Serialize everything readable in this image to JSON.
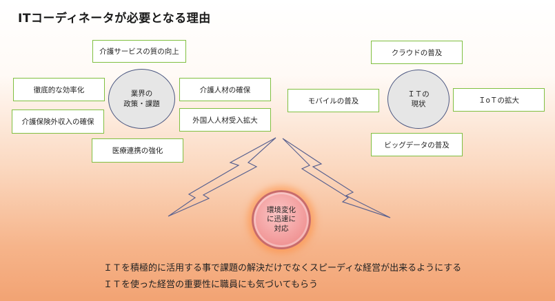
{
  "title": "ITコーディネータが必要となる理由",
  "left_group": {
    "center": {
      "line1": "業界の",
      "line2": "政策・課題"
    },
    "items": [
      "介護サービスの質の向上",
      "徹底的な効率化",
      "介護人材の確保",
      "介護保険外収入の確保",
      "外国人人材受入拡大",
      "医療連携の強化"
    ]
  },
  "right_group": {
    "center": {
      "line1": "ＩＴの",
      "line2": "現状"
    },
    "items": [
      "クラウドの普及",
      "モバイルの普及",
      "ＩoＴの拡大",
      "ビッグデータの普及"
    ]
  },
  "core": {
    "line1": "環境変化",
    "line2": "に迅速に",
    "line3": "対応"
  },
  "bullets": [
    "ＩＴを積極的に活用する事で課題の解決だけでなくスピーディな経営が出来るようにする",
    "ＩＴを使った経営の重要性に職員にも気づいてもらう"
  ],
  "colors": {
    "box_border": "#7fbf3f",
    "circle_border": "#4a5680",
    "arrow_stroke": "#5a6290",
    "core_fill": "#f29b9b"
  }
}
